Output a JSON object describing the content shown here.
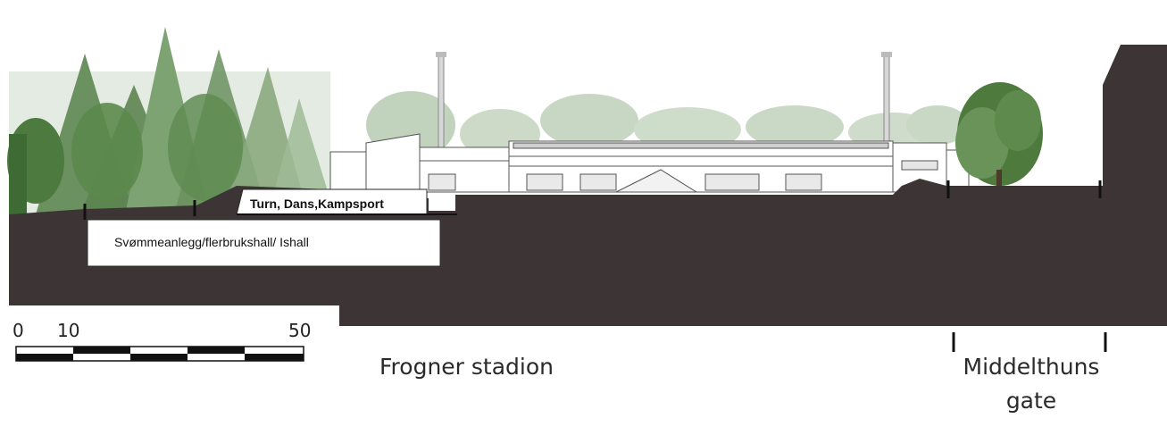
{
  "labels": {
    "turn": "Turn, Dans,Kampsport",
    "swim": "Svømmeanlegg/flerbrukshall/ Ishall",
    "stadium": "Frogner stadion",
    "street_line1": "Middelthuns",
    "street_line2": "gate"
  },
  "scale_bar": {
    "ticks": [
      "0",
      "10",
      "50"
    ]
  },
  "colors": {
    "ground": "#3d3535",
    "tree_dark": "#4f7a3e",
    "tree_light": "#a9c3a1",
    "building_line": "#555555"
  }
}
